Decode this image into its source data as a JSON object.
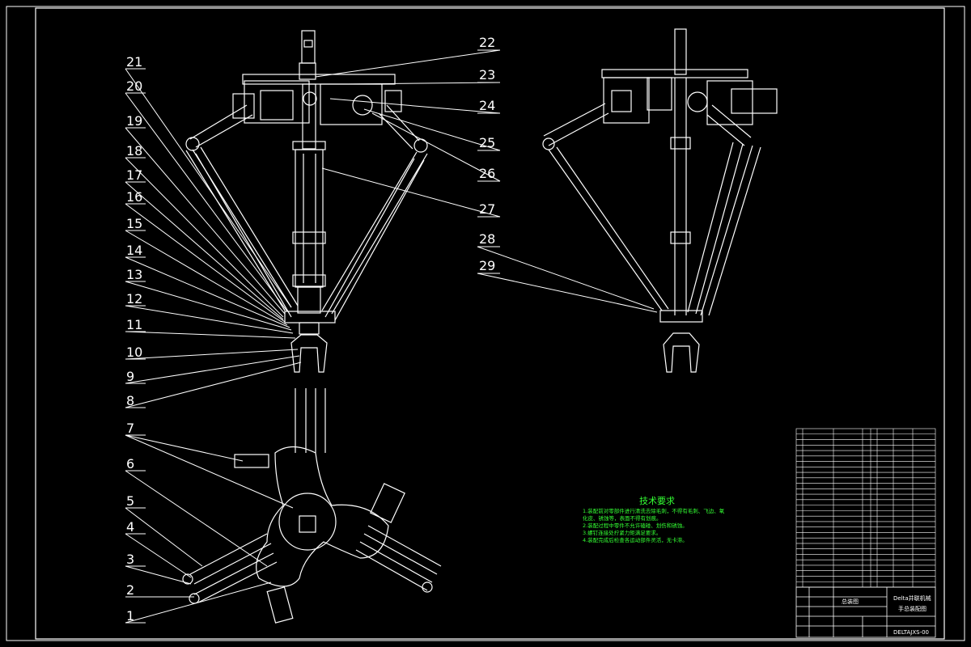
{
  "colors": {
    "background": "#000000",
    "lines": "#ffffff",
    "notes": "#33ff33"
  },
  "balloons": [
    "1",
    "2",
    "3",
    "4",
    "5",
    "6",
    "7",
    "8",
    "9",
    "10",
    "11",
    "12",
    "13",
    "14",
    "15",
    "16",
    "17",
    "18",
    "19",
    "20",
    "21",
    "22",
    "23",
    "24",
    "25",
    "26",
    "27",
    "28",
    "29"
  ],
  "tech_requirements": {
    "title": "技术要求",
    "lines": [
      "1.装配前对零部件进行清洗去除毛刺，不得有毛刺、飞边、氧",
      "  化皮、锈蚀等，表面不得有划痕。",
      "2.装配过程中零件不允许磕碰、划伤和锈蚀。",
      "3.螺钉连接处拧紧力矩满足要求。",
      "4.装配完成后检查各运动部件灵活，无卡滞。"
    ]
  },
  "title_block": {
    "drawing_name": "Delta并联机械",
    "drawing_subtitle": "手总装配图",
    "drawing_number": "DELTAJXS-00",
    "assembly_label": "总装图"
  }
}
